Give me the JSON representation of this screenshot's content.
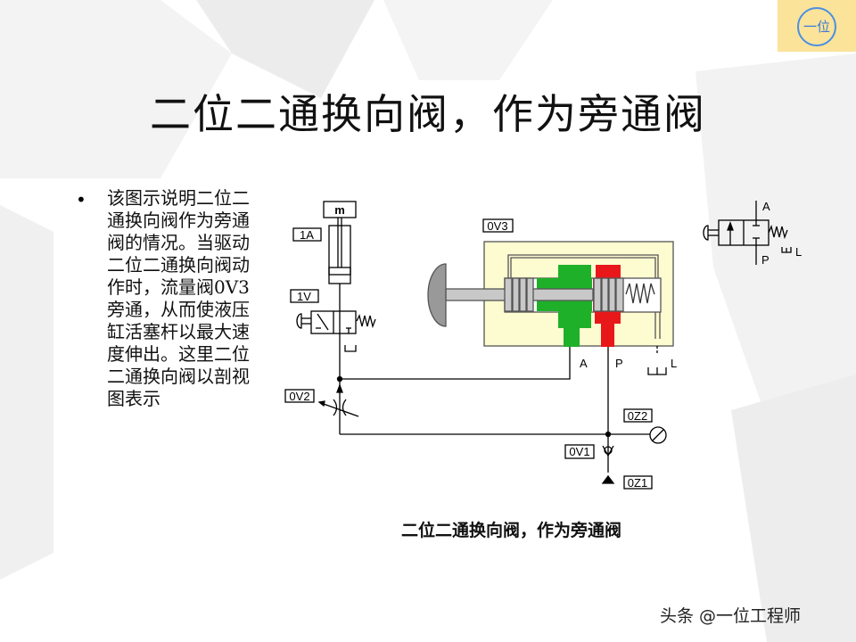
{
  "badge": {
    "text": "一位"
  },
  "title": "二位二通换向阀，作为旁通阀",
  "bullet_text": "该图示说明二位二通换向阀作为旁通阀的情况。当驱动二位二通换向阀动作时，流量阀0V3旁通，从而使液压缸活塞杆以最大速度伸出。这里二位二通换向阀以剖视图表示",
  "diagram": {
    "labels": {
      "mass": "m",
      "cyl": "1A",
      "valve1": "1V",
      "throttle": "0V2",
      "bypass": "0V3",
      "gauge": "0Z2",
      "check": "0V1",
      "pump": "0Z1",
      "port_a": "A",
      "port_p": "P",
      "port_l": "L"
    },
    "colors": {
      "housing": "#fdfbd0",
      "green": "#1fb02a",
      "red": "#e8181a",
      "spool": "#c8c8c8"
    }
  },
  "symbol": {
    "port_a": "A",
    "port_p": "P",
    "port_l": "L"
  },
  "caption": "二位二通换向阀，作为旁通阀",
  "watermark": "头条 @一位工程师"
}
